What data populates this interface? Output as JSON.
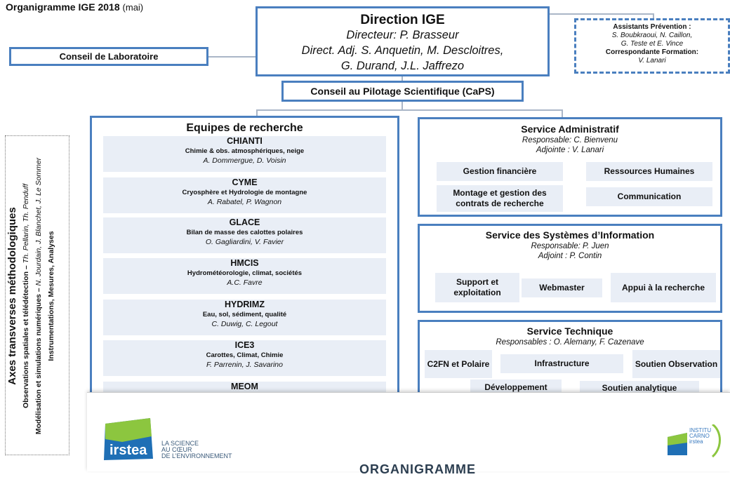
{
  "page": {
    "title": "Organigramme IGE 2018",
    "title_suffix": "(mai)"
  },
  "direction": {
    "title": "Direction IGE",
    "lines": [
      "Directeur: P. Brasseur",
      "Direct. Adj. S. Anquetin, M. Descloitres,",
      "G. Durand, J.L. Jaffrezo"
    ]
  },
  "assistants": {
    "title1": "Assistants Prévention :",
    "names1": "S. Boubkraoui, N. Caillon,",
    "names2": "G. Teste  et E. Vince",
    "title2": "Correspondante Formation:",
    "names3": "V. Lanari"
  },
  "conseil_labo": "Conseil de Laboratoire",
  "caps": "Conseil au Pilotage Scientifique (CaPS)",
  "axes": {
    "title": "Axes transverses méthodologiques",
    "line1_bold": "Observations spatiales et télédétection – ",
    "line1_italic": "Th. Pellarin, Th. Penduff",
    "line2_bold": "Modélisation et simulations numériques – ",
    "line2_italic": "N. Jourdain, J. Blanchet, J. Le Sommer",
    "line3": "Instrumentations, Mesures, Analyses"
  },
  "teams": {
    "title": "Equipes de recherche",
    "items": [
      {
        "name": "CHIANTI",
        "desc": "Chimie & obs. atmosphériques, neige",
        "people": "A. Dommergue, D. Voisin"
      },
      {
        "name": "CYME",
        "desc": "Cryosphère et Hydrologie de montagne",
        "people": "A. Rabatel, P. Wagnon"
      },
      {
        "name": "GLACE",
        "desc": "Bilan de masse des calottes polaires",
        "people": "O. Gagliardini, V. Favier"
      },
      {
        "name": "HMCIS",
        "desc": "Hydrométéorologie, climat, sociétés",
        "people": "A.C. Favre"
      },
      {
        "name": "HYDRIMZ",
        "desc": "Eau, sol, sédiment, qualité",
        "people": "C. Duwig, C. Legout"
      },
      {
        "name": "ICE3",
        "desc": "Carottes, Climat, Chimie",
        "people": "F. Parrenin, J. Savarino"
      },
      {
        "name": "MEOM",
        "desc": "",
        "people": ""
      }
    ]
  },
  "service_admin": {
    "title": "Service Administratif",
    "resp": "Responsable: C. Bienvenu",
    "adj": "Adjointe : V. Lanari",
    "units": [
      "Gestion financière",
      "Ressources Humaines",
      "Montage et gestion des contrats de recherche",
      "Communication"
    ]
  },
  "service_si": {
    "title": "Service des Systèmes d’Information",
    "resp": "Responsable: P. Juen",
    "adj": "Adjoint : P. Contin",
    "units": [
      "Support et exploitation",
      "Webmaster",
      "Appui à la recherche"
    ]
  },
  "service_tech": {
    "title": "Service  Technique",
    "resp": "Responsables : O. Alemany, F. Cazenave",
    "units": [
      "C2FN et Polaire",
      "Infrastructure",
      "Soutien Observation",
      "Développement",
      "Soutien analytique"
    ]
  },
  "overlay": {
    "irstea_word": "irstea",
    "tagline1": "LA SCIENCE",
    "tagline2": "AU CŒUR",
    "tagline3": "DE L’ENVIRONNEMENT",
    "caption": "ORGANIGRAMME",
    "carnot1": "INSTITU",
    "carnot2": "CARNO",
    "carnot3": "irstea"
  },
  "colors": {
    "box_border": "#4a7fbf",
    "unit_fill": "#e9eef6",
    "irstea_blue": "#1f6fb5",
    "irstea_green": "#8cc63f"
  }
}
